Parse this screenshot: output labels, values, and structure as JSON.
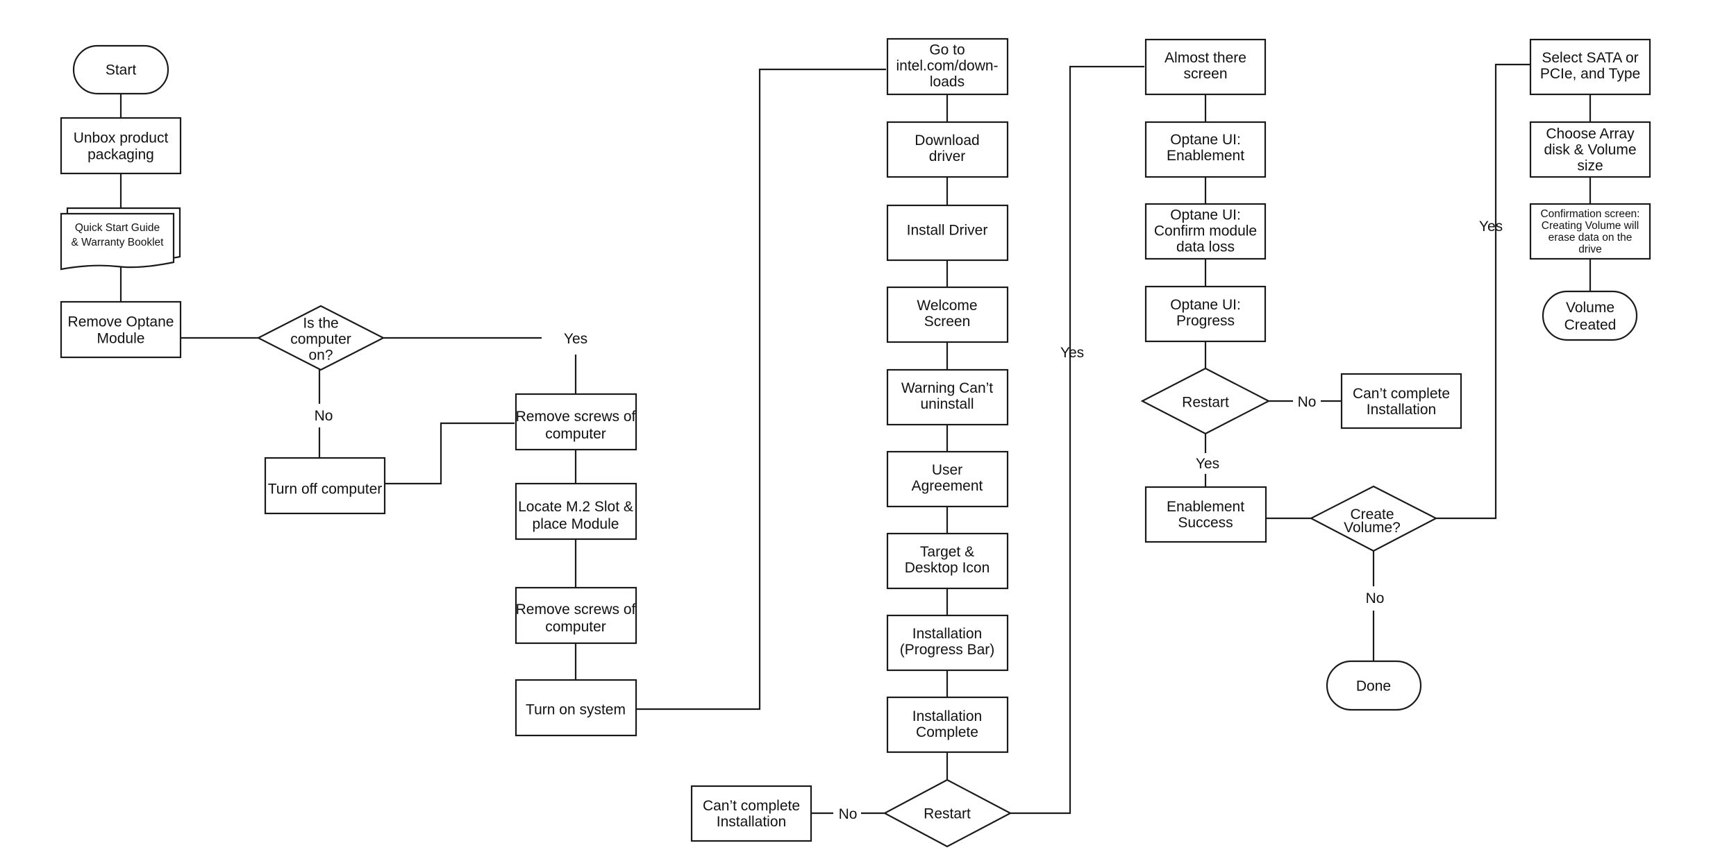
{
  "nodes": {
    "start": {
      "lines": [
        "Start"
      ]
    },
    "unbox": {
      "lines": [
        "Unbox product",
        "packaging"
      ]
    },
    "qsg": {
      "lines": [
        "Quick Start Guide",
        "& Warranty Booklet"
      ]
    },
    "remove_optane": {
      "lines": [
        "Remove Optane",
        "Module"
      ]
    },
    "computer_on": {
      "lines": [
        "Is the",
        "computer",
        "on?"
      ]
    },
    "turn_off": {
      "lines": [
        "Turn off computer"
      ]
    },
    "remove_screws_1": {
      "lines": [
        "Remove screws of",
        "computer"
      ]
    },
    "locate_m2": {
      "lines": [
        "Locate M.2 Slot &",
        "place Module"
      ]
    },
    "remove_screws_2": {
      "lines": [
        "Remove screws of",
        "computer"
      ]
    },
    "turn_on": {
      "lines": [
        "Turn on system"
      ]
    },
    "goto_intel": {
      "lines": [
        "Go to",
        "intel.com/down-",
        "loads"
      ]
    },
    "download": {
      "lines": [
        "Download",
        "driver"
      ]
    },
    "install_driver": {
      "lines": [
        "Install Driver"
      ]
    },
    "welcome": {
      "lines": [
        "Welcome",
        "Screen"
      ]
    },
    "warning": {
      "lines": [
        "Warning Can’t",
        "uninstall"
      ]
    },
    "agreement": {
      "lines": [
        "User",
        "Agreement"
      ]
    },
    "target": {
      "lines": [
        "Target &",
        "Desktop Icon"
      ]
    },
    "install_progress": {
      "lines": [
        "Installation",
        "(Progress Bar)"
      ]
    },
    "install_complete": {
      "lines": [
        "Installation",
        "Complete"
      ]
    },
    "restart_1": {
      "lines": [
        "Restart"
      ]
    },
    "cant_complete_1": {
      "lines": [
        "Can’t complete",
        "Installation"
      ]
    },
    "almost": {
      "lines": [
        "Almost there",
        "screen"
      ]
    },
    "ui_enable": {
      "lines": [
        "Optane UI:",
        "Enablement"
      ]
    },
    "ui_confirm": {
      "lines": [
        "Optane UI:",
        "Confirm module",
        "data loss"
      ]
    },
    "ui_progress": {
      "lines": [
        "Optane UI:",
        "Progress"
      ]
    },
    "restart_2": {
      "lines": [
        "Restart"
      ]
    },
    "cant_complete_2": {
      "lines": [
        "Can’t complete",
        "Installation"
      ]
    },
    "enable_success": {
      "lines": [
        "Enablement",
        "Success"
      ]
    },
    "create_volume": {
      "lines": [
        "Create",
        "Volume?"
      ]
    },
    "done": {
      "lines": [
        "Done"
      ]
    },
    "select_sata": {
      "lines": [
        "Select SATA or",
        "PCIe, and Type"
      ]
    },
    "choose_array": {
      "lines": [
        "Choose Array",
        "disk & Volume",
        "size"
      ]
    },
    "confirmation": {
      "lines": [
        "Confirmation screen:",
        "Creating Volume will",
        "erase data on the",
        "drive"
      ]
    },
    "volume_created": {
      "lines": [
        "Volume",
        "Created"
      ]
    }
  },
  "edge_labels": {
    "computer_on_yes": "Yes",
    "computer_on_no": "No",
    "restart_1_no": "No",
    "restart_1_yes": "Yes",
    "restart_2_no": "No",
    "restart_2_yes": "Yes",
    "create_volume_yes": "Yes",
    "create_volume_no": "No"
  }
}
